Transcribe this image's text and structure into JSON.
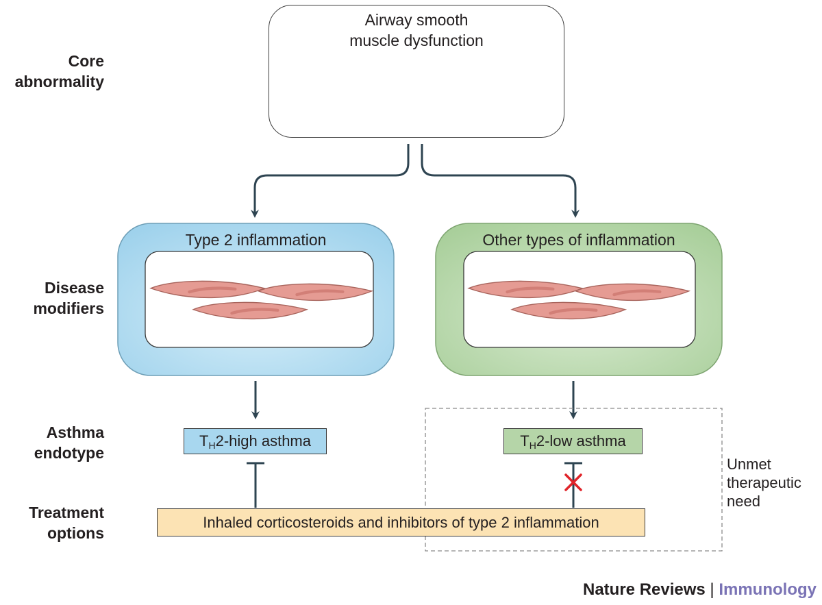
{
  "row_labels": {
    "core": [
      "Core",
      "abnormality"
    ],
    "modifiers": [
      "Disease",
      "modifiers"
    ],
    "endotype": [
      "Asthma",
      "endotype"
    ],
    "treatment": [
      "Treatment",
      "options"
    ]
  },
  "core": {
    "title_lines": [
      "Airway smooth",
      "muscle dysfunction"
    ]
  },
  "modifiers": {
    "type2": {
      "title": "Type 2 inflammation"
    },
    "other": {
      "title": "Other types of inflammation"
    }
  },
  "endotypes": {
    "high": {
      "prefix": "T",
      "sub": "H",
      "suffix": "2-high asthma"
    },
    "low": {
      "prefix": "T",
      "sub": "H",
      "suffix": "2-low asthma"
    }
  },
  "treatment": {
    "label": "Inhaled corticosteroids and inhibitors of type 2 inflammation"
  },
  "unmet": {
    "lines": [
      "Unmet",
      "therapeutic",
      "need"
    ]
  },
  "footer": {
    "publication": "Nature Reviews",
    "separator": " | ",
    "journal": "Immunology"
  },
  "colors": {
    "type2_fill": "#a8d7ef",
    "other_fill": "#b5d5a8",
    "treatment_fill": "#fce3b4",
    "cell_fill": "#e59b93",
    "arrow": "#2e4451",
    "block_x": "#e0242a",
    "journal": "#7a73b5"
  }
}
